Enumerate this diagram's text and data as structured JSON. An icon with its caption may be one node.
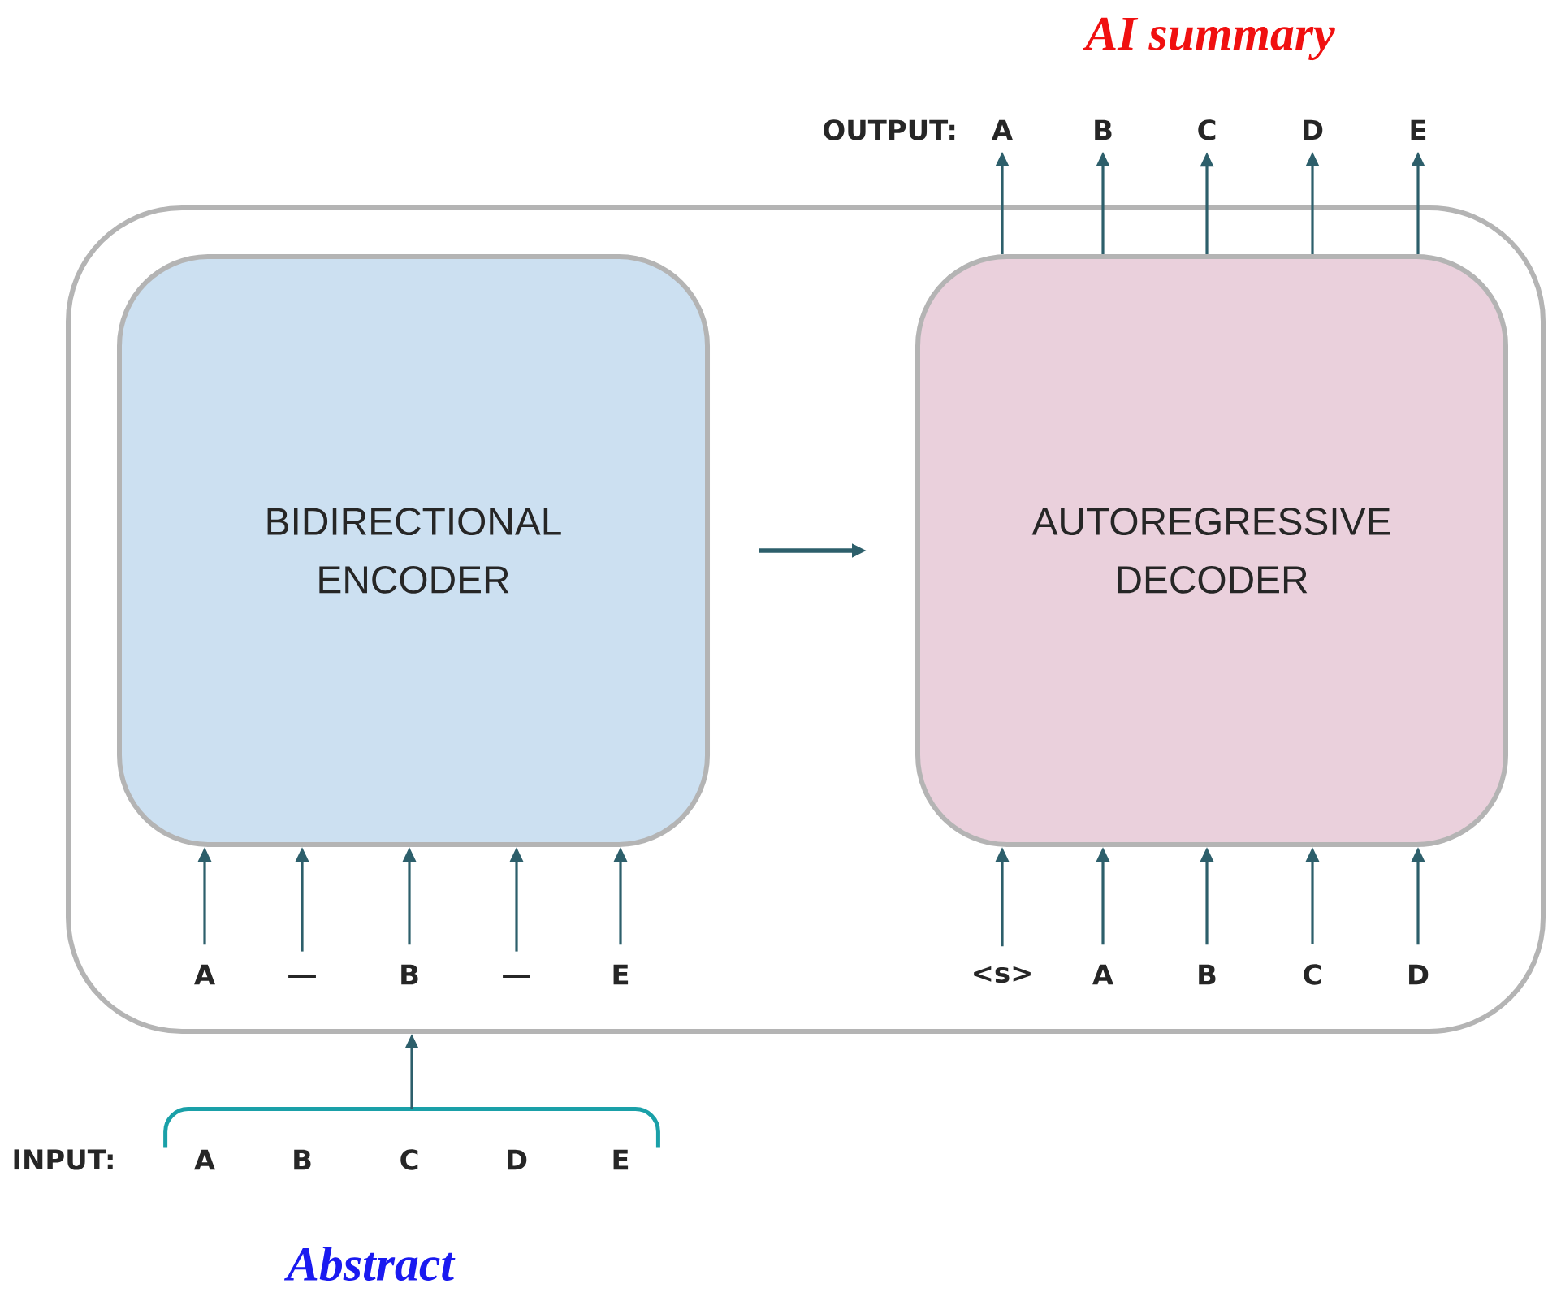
{
  "diagram": {
    "nodes": [
      {
        "text": [],
        "shape": "box"
      },
      {
        "text": [
          "BIDIRECTIONAL ENCODER"
        ],
        "in": 0
      },
      {
        "text": [
          "AUTOREGRESSIVE DECODER"
        ],
        "in": 0
      },
      {
        "text": [
          "A"
        ],
        "in": 0
      },
      {
        "text": [
          "__"
        ],
        "in": 0
      },
      {
        "text": [
          "B"
        ],
        "in": 0
      },
      {
        "text": [
          "__"
        ],
        "in": 0
      },
      {
        "text": [
          "E"
        ],
        "in": 0
      },
      {
        "text": [
          "<s>"
        ],
        "in": 0
      },
      {
        "text": [
          "A"
        ],
        "in": 0
      },
      {
        "text": [
          "B"
        ],
        "in": 0
      },
      {
        "text": [
          "C"
        ],
        "in": 0
      },
      {
        "text": [
          "D"
        ],
        "in": 0
      },
      {
        "text": [
          "A"
        ]
      },
      {
        "text": [
          "B"
        ]
      },
      {
        "text": [
          "C"
        ]
      },
      {
        "text": [
          "D"
        ]
      },
      {
        "text": [
          "E"
        ]
      },
      {
        "text": [
          "A"
        ]
      },
      {
        "text": [
          "B"
        ]
      },
      {
        "text": [
          "C"
        ]
      },
      {
        "text": [
          "D"
        ]
      },
      {
        "text": [
          "E"
        ]
      },
      {
        "text": [],
        "shape": "bracket"
      }
    ],
    "edges": [
      {
        "from": 1,
        "to": 2,
        "arrow": "to"
      },
      {
        "from": 3,
        "to": 1,
        "arrow": "to"
      },
      {
        "from": 4,
        "to": 1,
        "arrow": "to"
      },
      {
        "from": 5,
        "to": 1,
        "arrow": "to"
      },
      {
        "from": 6,
        "to": 1,
        "arrow": "to"
      },
      {
        "from": 7,
        "to": 1,
        "arrow": "to"
      },
      {
        "from": 8,
        "to": 2,
        "arrow": "to"
      },
      {
        "from": 9,
        "to": 2,
        "arrow": "to"
      },
      {
        "from": 10,
        "to": 2,
        "arrow": "to"
      },
      {
        "from": 11,
        "to": 2,
        "arrow": "to"
      },
      {
        "from": 12,
        "to": 2,
        "arrow": "to"
      },
      {
        "from": 2,
        "to": 13,
        "arrow": "to"
      },
      {
        "from": 2,
        "to": 14,
        "arrow": "to"
      },
      {
        "from": 2,
        "to": 15,
        "arrow": "to"
      },
      {
        "from": 2,
        "to": 16,
        "arrow": "to"
      },
      {
        "from": 2,
        "to": 17,
        "arrow": "to"
      },
      {
        "from": 23,
        "to": 0,
        "arrow": "to"
      }
    ],
    "labels": [
      "AI summary",
      "OUTPUT:",
      "INPUT:",
      "Abstract"
    ]
  }
}
